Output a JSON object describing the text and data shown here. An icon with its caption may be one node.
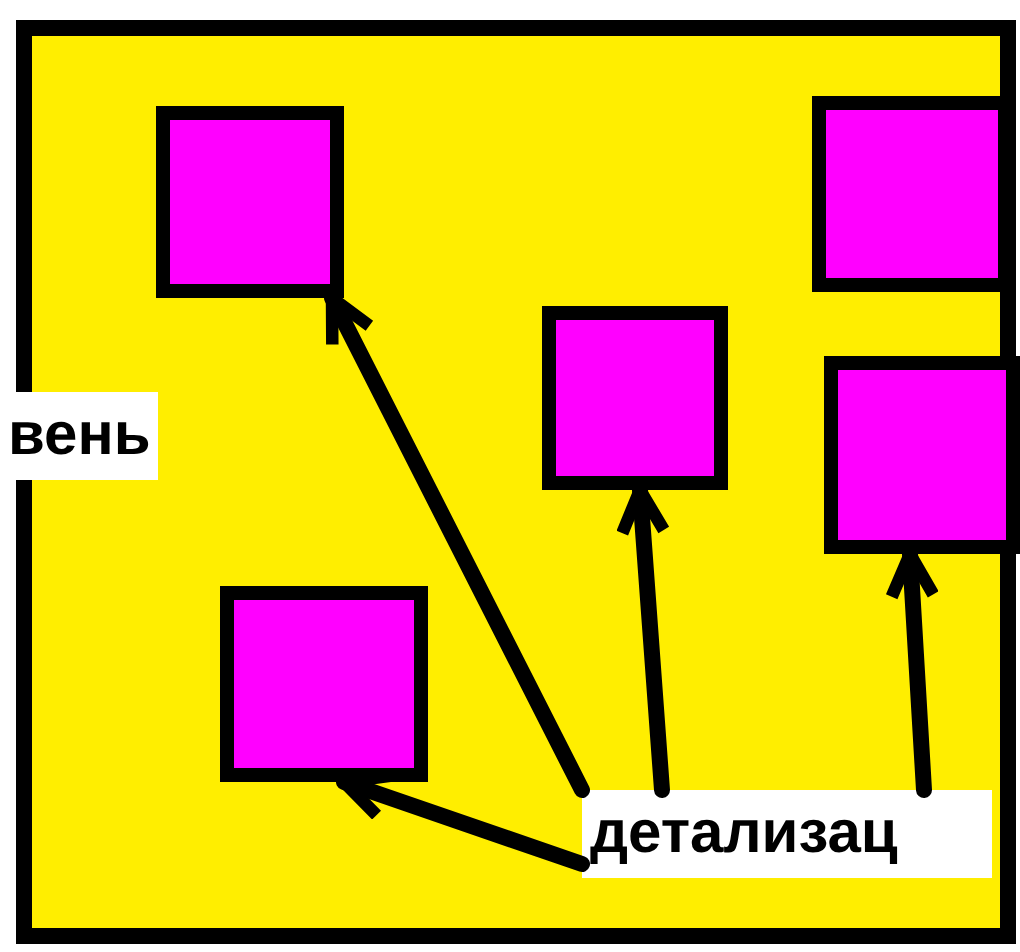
{
  "diagram": {
    "nodes": [
      {
        "text": [],
        "shape": "box"
      },
      {
        "text": [],
        "shape": "box",
        "in": 0
      },
      {
        "text": [],
        "shape": "box",
        "in": 0
      },
      {
        "text": [],
        "shape": "box",
        "in": 0
      },
      {
        "text": [],
        "shape": "box",
        "in": 0
      },
      {
        "text": [],
        "shape": "box",
        "in": 0
      },
      {
        "text": [
          "детализац"
        ],
        "in": 0
      }
    ],
    "edges": [
      {
        "from": 6,
        "to": 1,
        "arrow": "to"
      },
      {
        "from": 6,
        "to": 3,
        "arrow": "to"
      },
      {
        "from": 6,
        "to": 4,
        "arrow": "to"
      },
      {
        "from": 6,
        "to": 5,
        "arrow": "to"
      }
    ],
    "labels": [
      "вень"
    ]
  }
}
